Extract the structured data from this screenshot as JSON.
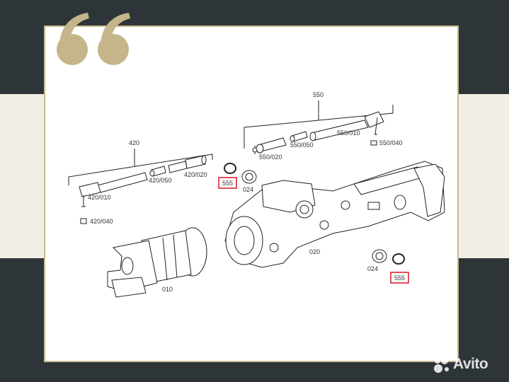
{
  "labels": {
    "group_550": "550",
    "p550_010": "550/010",
    "p550_040": "550/040",
    "p550_050": "550/050",
    "p550_020": "550/020",
    "group_420": "420",
    "p420_020": "420/020",
    "p420_050": "420/050",
    "p420_010": "420/010",
    "p420_040": "420/040",
    "p555_a": "555",
    "p555_b": "555",
    "p024_a": "024",
    "p024_b": "024",
    "p020": "020",
    "p010": "010"
  },
  "watermark": {
    "text": "Avito"
  },
  "colors": {
    "background_dark": "#2e3538",
    "band_light": "#f2efe6",
    "frame_border": "#c9b98f",
    "quote_mark": "#c5b58a",
    "highlight_red": "#d8262e",
    "line_art": "#222222"
  }
}
